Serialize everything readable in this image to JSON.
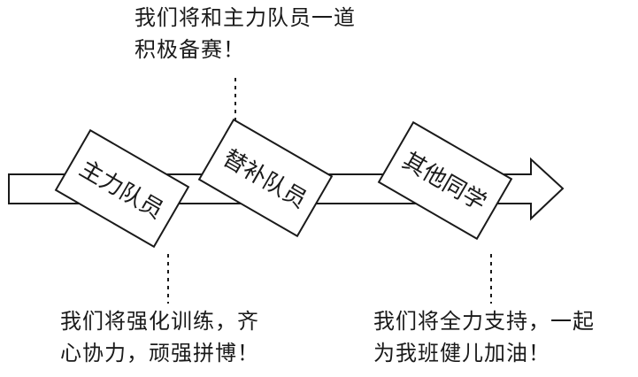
{
  "diagram": {
    "groups": [
      {
        "label": "主力队员",
        "caption": [
          "我们将强化训练，齐",
          "心协力，顽强拼博！"
        ]
      },
      {
        "label": "替补队员",
        "caption": [
          "我们将和主力队员一道",
          "积极备赛！"
        ]
      },
      {
        "label": "其他同学",
        "caption": [
          "我们将全力支持，一起",
          "为我班健儿加油！"
        ]
      }
    ]
  }
}
